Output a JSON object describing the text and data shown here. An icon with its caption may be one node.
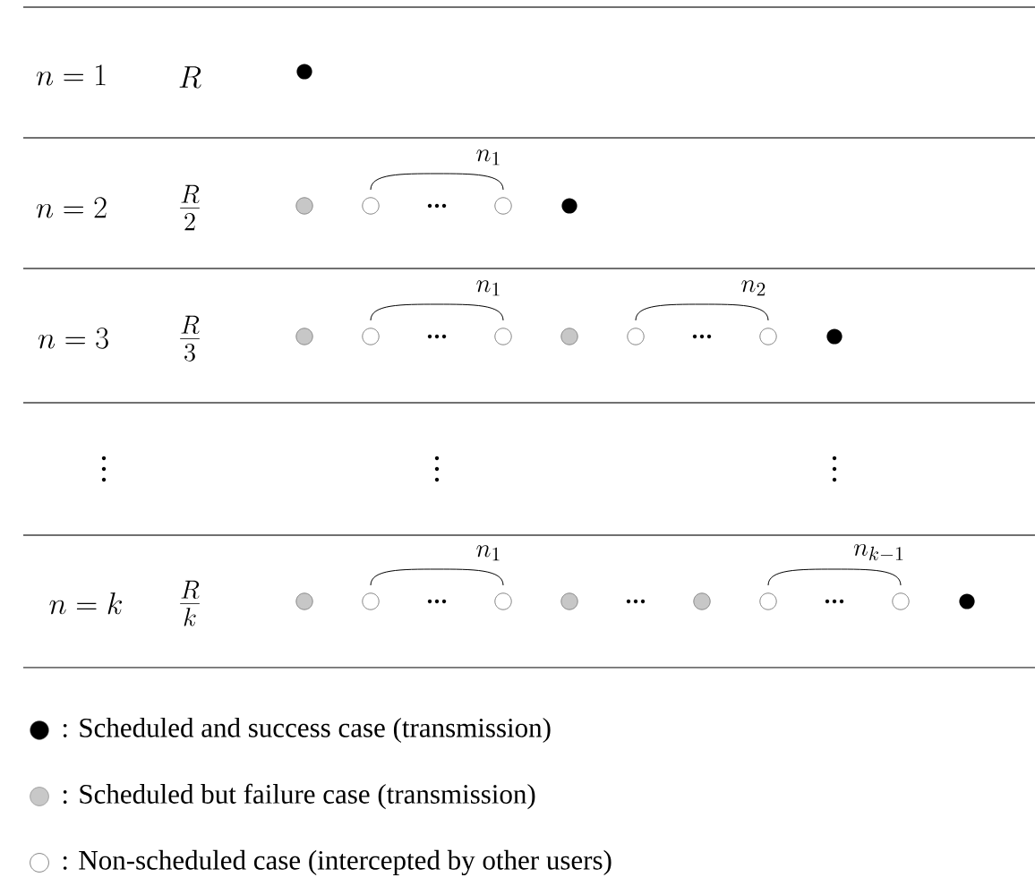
{
  "diagram": {
    "labels": [
      "n = 1",
      "R",
      "n_1",
      "n = 2",
      "\\frac{R}{2}",
      "n_1",
      "n_2",
      "n = 3",
      "\\frac{R}{3}",
      "n_1",
      "n_{k-1}",
      "n = k",
      "\\frac{R}{k}"
    ],
    "legend": [
      {
        "text": ": Scheduled and success case (transmission)",
        "color": "#000000"
      },
      {
        "text": ": Scheduled but failure case (transmission)",
        "color": "#c8c8c8"
      },
      {
        "text": ": Non-scheduled case (intercepted by other users)"
      }
    ]
  }
}
